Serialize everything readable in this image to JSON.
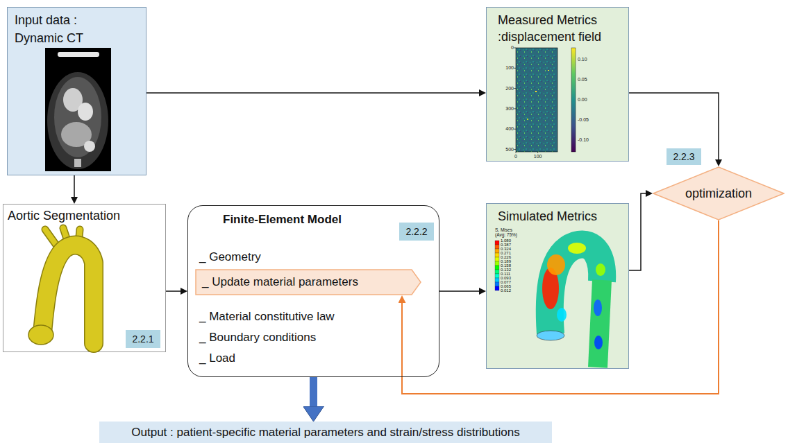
{
  "diagram": {
    "nodes": [
      {
        "text": [
          "Input data :",
          "Dynamic CT"
        ]
      },
      {
        "text": [
          "Measured Metrics",
          ":displacement field"
        ]
      },
      {
        "text": [
          "Aortic Segmentation"
        ]
      },
      {
        "text": [
          "2.2.1"
        ],
        "in": 2
      },
      {
        "text": [
          "Finite-Element Model",
          "_ Geometry",
          "_ Material constitutive law",
          "_ Boundary conditions",
          "_ Load"
        ]
      },
      {
        "text": [
          "2.2.2"
        ],
        "in": 4
      },
      {
        "text": [
          "_ Update material parameters"
        ],
        "in": 4
      },
      {
        "text": [
          "Simulated Metrics"
        ]
      },
      {
        "text": [
          "2.2.3"
        ]
      },
      {
        "text": [
          "optimization"
        ]
      },
      {
        "text": [
          "Output : patient-specific material parameters and strain/stress distributions"
        ]
      }
    ],
    "edges": [
      {
        "from": 0,
        "to": 1,
        "arrow": "to"
      },
      {
        "from": 0,
        "to": 2,
        "arrow": "to"
      },
      {
        "from": 2,
        "to": 4,
        "arrow": "to"
      },
      {
        "from": 4,
        "to": 7,
        "arrow": "to"
      },
      {
        "from": 1,
        "to": 9,
        "arrow": "to"
      },
      {
        "from": 7,
        "to": 9,
        "arrow": "to"
      },
      {
        "from": 9,
        "to": 6,
        "arrow": "to"
      },
      {
        "from": 4,
        "to": 10,
        "arrow": "to"
      }
    ],
    "labels": [
      "0",
      "100",
      "200",
      "300",
      "400",
      "500",
      "0",
      "100",
      "0.10",
      "0.05",
      "0.00",
      "-0.05",
      "-0.10",
      "S, Mises",
      "(Avg: 75%)",
      "1.080",
      "0.387",
      "0.324",
      "0.271",
      "0.226",
      "0.189",
      "0.158",
      "0.132",
      "0.111",
      "0.093",
      "0.077",
      "0.065",
      "0.012"
    ]
  }
}
